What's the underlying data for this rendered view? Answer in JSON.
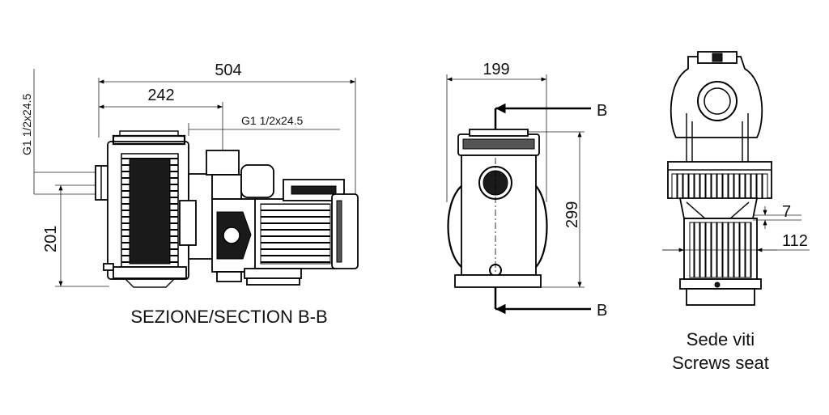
{
  "side_view": {
    "dim_total_length": "504",
    "dim_inlet_to_outlet": "242",
    "dim_outlet_thread": "G1 1/2x24.5",
    "dim_inlet_thread": "G1 1/2x24.5",
    "dim_inlet_height": "201",
    "caption": "SEZIONE/SECTION B-B"
  },
  "front_view": {
    "dim_width": "199",
    "dim_height": "299",
    "section_marker_top": "B",
    "section_marker_bottom": "B"
  },
  "detail_view": {
    "dim_small": "7",
    "dim_width": "112",
    "caption_it": "Sede viti",
    "caption_en": "Screws seat"
  }
}
